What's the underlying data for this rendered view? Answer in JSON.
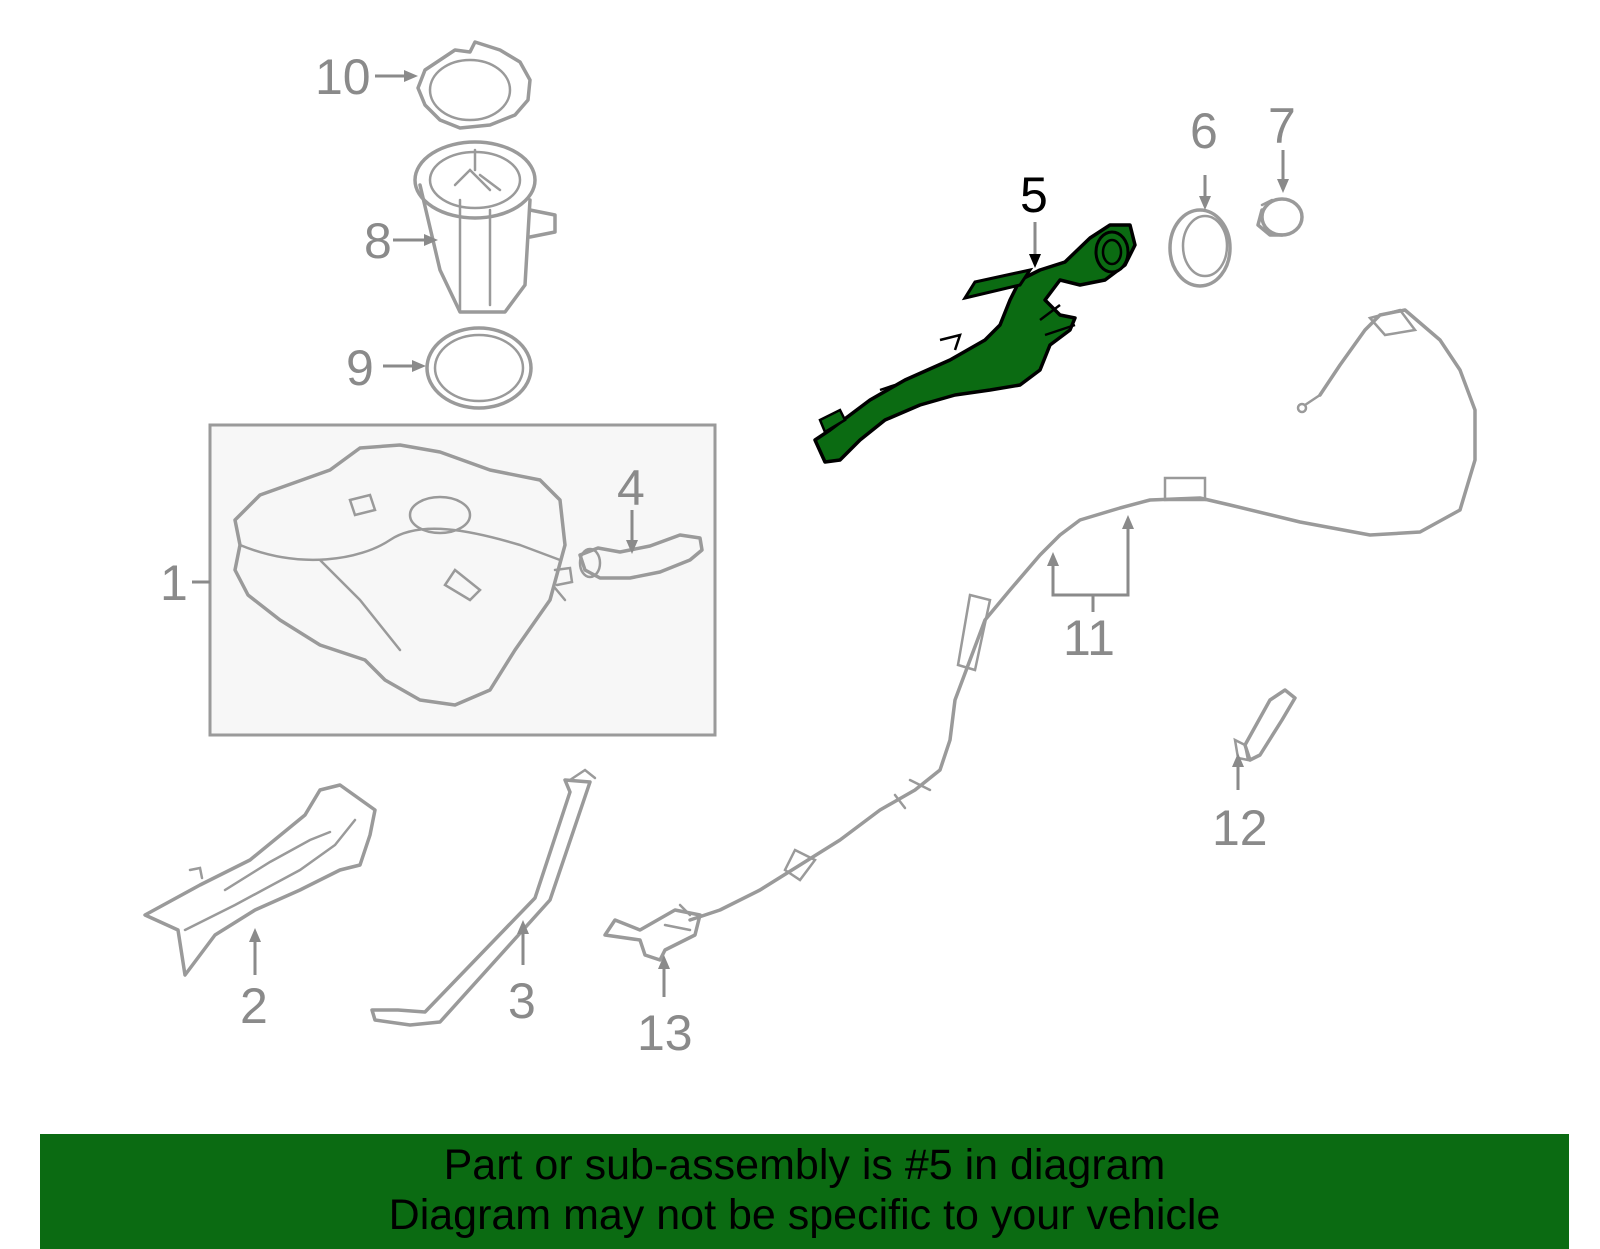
{
  "callouts": [
    {
      "id": "1",
      "label": "1"
    },
    {
      "id": "2",
      "label": "2"
    },
    {
      "id": "3",
      "label": "3"
    },
    {
      "id": "4",
      "label": "4"
    },
    {
      "id": "5",
      "label": "5"
    },
    {
      "id": "6",
      "label": "6"
    },
    {
      "id": "7",
      "label": "7"
    },
    {
      "id": "8",
      "label": "8"
    },
    {
      "id": "9",
      "label": "9"
    },
    {
      "id": "10",
      "label": "10"
    },
    {
      "id": "11",
      "label": "11"
    },
    {
      "id": "12",
      "label": "12"
    },
    {
      "id": "13",
      "label": "13"
    }
  ],
  "highlight_color": "#0b6b12",
  "banner": {
    "line1": "Part or sub-assembly is #5 in diagram",
    "line2": "Diagram may not be specific to your vehicle",
    "background": "#0b6b12"
  }
}
